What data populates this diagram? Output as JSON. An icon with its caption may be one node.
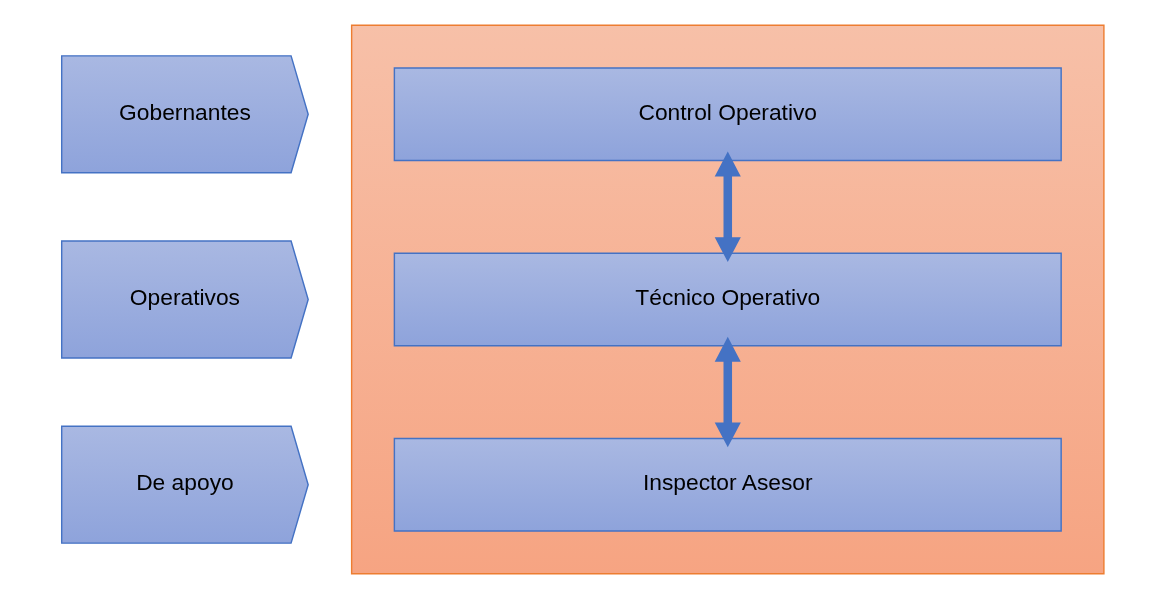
{
  "diagram": {
    "nodes": [
      {
        "text": [],
        "shape": "box"
      },
      {
        "text": [
          "Gobernantes"
        ]
      },
      {
        "text": [
          "Operativos"
        ]
      },
      {
        "text": [
          "De apoyo"
        ]
      },
      {
        "text": [
          "Control Operativo"
        ],
        "in": 0
      },
      {
        "text": [
          "Técnico Operativo"
        ],
        "in": 0
      },
      {
        "text": [
          "Inspector Asesor"
        ],
        "in": 0
      }
    ],
    "edges": [
      {
        "from": 4,
        "to": 5,
        "arrow": "both"
      },
      {
        "from": 5,
        "to": 6,
        "arrow": "both"
      }
    ]
  }
}
